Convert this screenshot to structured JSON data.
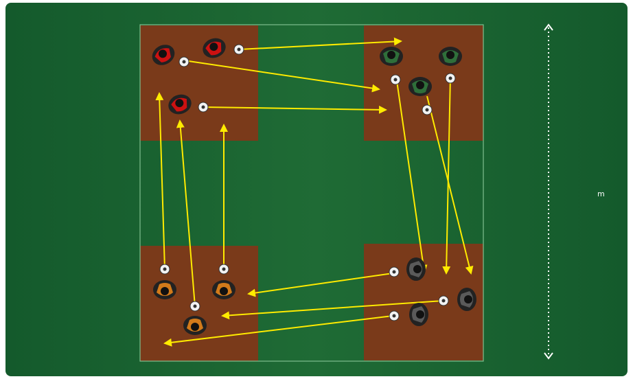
{
  "diagram": {
    "dimension_label": "m",
    "colors": {
      "pitch": "#1f6b35",
      "pitch_dark": "#155a2b",
      "zone": "#7a3a1a",
      "arrow": "#ffeb00",
      "boundary": "#7fbf8f",
      "dimension": "#ffffff",
      "team_red": "#cc1111",
      "team_green": "#2f6f3a",
      "team_orange": "#d27a1a",
      "team_grey": "#5a5a5a"
    },
    "zones": [
      {
        "name": "zone-top-left",
        "label": "top-left"
      },
      {
        "name": "zone-top-right",
        "label": "top-right"
      },
      {
        "name": "zone-bottom-left",
        "label": "bottom-left"
      },
      {
        "name": "zone-bottom-right",
        "label": "bottom-right"
      }
    ],
    "player_groups": [
      {
        "name": "top-left-red",
        "count": 3,
        "team": "team_red"
      },
      {
        "name": "top-right-green",
        "count": 3,
        "team": "team_green"
      },
      {
        "name": "bottom-left-orange",
        "count": 3,
        "team": "team_orange"
      },
      {
        "name": "bottom-right-grey",
        "count": 3,
        "team": "team_grey"
      }
    ],
    "icons": [
      "player-icon",
      "soccer-ball-icon",
      "arrow-icon"
    ]
  }
}
